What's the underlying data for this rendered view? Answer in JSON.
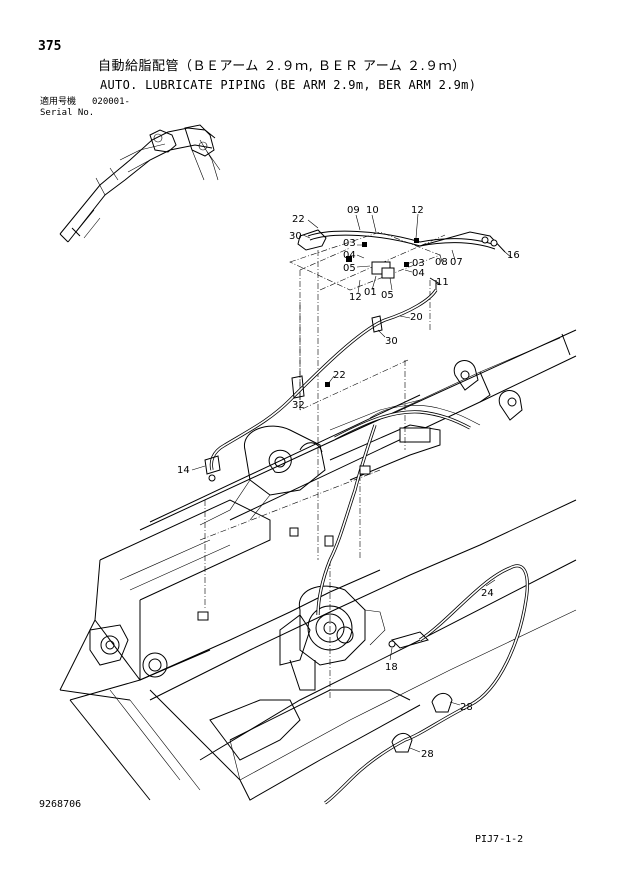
{
  "header": {
    "page_number": "375",
    "title_jp": "自動給脂配管（ＢＥアーム ２.９ｍ, ＢＥＲ アーム ２.９ｍ）",
    "title_en": "AUTO. LUBRICATE PIPING (BE ARM 2.9m, BER ARM 2.9m)",
    "serial_label_jp": "適用号機",
    "serial_value": "020001-",
    "serial_label_en": "Serial No."
  },
  "footer": {
    "drawing_number": "9268706",
    "page_code": "PIJ7-1-2"
  },
  "callouts": {
    "c22a": "22",
    "c30a": "30",
    "c09": "09",
    "c10": "10",
    "c12a": "12",
    "c03a": "03",
    "c04a": "04",
    "c05a": "05",
    "c03b": "03",
    "c04b": "04",
    "c08": "08",
    "c07": "07",
    "c16": "16",
    "c12b": "12",
    "c01": "01",
    "c05b": "05",
    "c11": "11",
    "c20": "20",
    "c30b": "30",
    "c22b": "22",
    "c32": "32",
    "c14": "14",
    "c24": "24",
    "c18": "18",
    "c28a": "28",
    "c28b": "28"
  }
}
